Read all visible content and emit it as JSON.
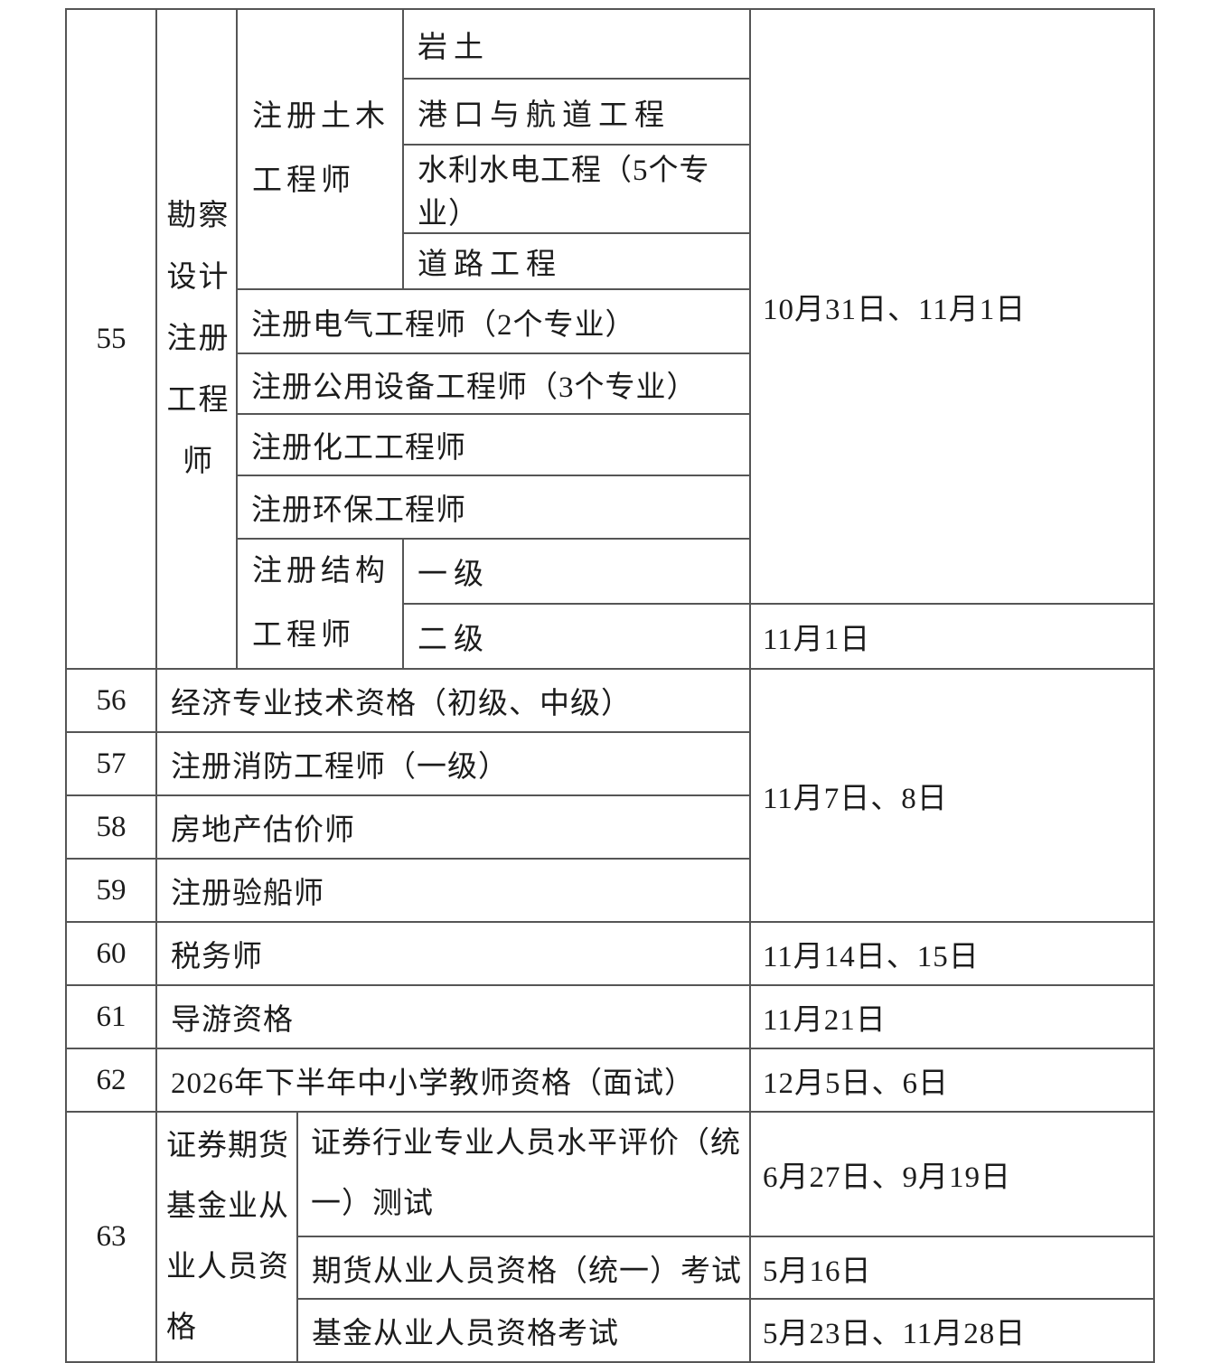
{
  "colors": {
    "background": "#ffffff",
    "text": "#1c1c1c",
    "table_border": "#555555"
  },
  "table": {
    "group55": {
      "no": "55",
      "category": "勘察设计注册工程师",
      "civil_engineer": {
        "label": "注册土木工程师",
        "majors": [
          "岩土",
          "港口与航道工程",
          "水利水电工程（5个专业）",
          "道路工程"
        ]
      },
      "other_exams": [
        "注册电气工程师（2个专业）",
        "注册公用设备工程师（3个专业）",
        "注册化工工程师",
        "注册环保工程师"
      ],
      "structural_engineer": {
        "label": "注册结构工程师",
        "levels": [
          "一级",
          "二级"
        ]
      },
      "date_main": "10月31日、11月1日",
      "date_level2": "11月1日"
    },
    "rows_56_59": {
      "items": [
        {
          "no": "56",
          "name": "经济专业技术资格（初级、中级）"
        },
        {
          "no": "57",
          "name": "注册消防工程师（一级）"
        },
        {
          "no": "58",
          "name": "房地产估价师"
        },
        {
          "no": "59",
          "name": "注册验船师"
        }
      ],
      "date": "11月7日、8日"
    },
    "simple_rows": [
      {
        "no": "60",
        "name": "税务师",
        "date": "11月14日、15日"
      },
      {
        "no": "61",
        "name": "导游资格",
        "date": "11月21日"
      },
      {
        "no": "62",
        "name": "2026年下半年中小学教师资格（面试）",
        "date": "12月5日、6日"
      }
    ],
    "group63": {
      "no": "63",
      "category": "证券期货基金业从业人员资格",
      "exams": [
        {
          "name": "证券行业专业人员水平评价（统一）测试",
          "date": "6月27日、9月19日"
        },
        {
          "name": "期货从业人员资格（统一）考试",
          "date": "5月16日"
        },
        {
          "name": "基金从业人员资格考试",
          "date": "5月23日、11月28日"
        }
      ]
    }
  }
}
